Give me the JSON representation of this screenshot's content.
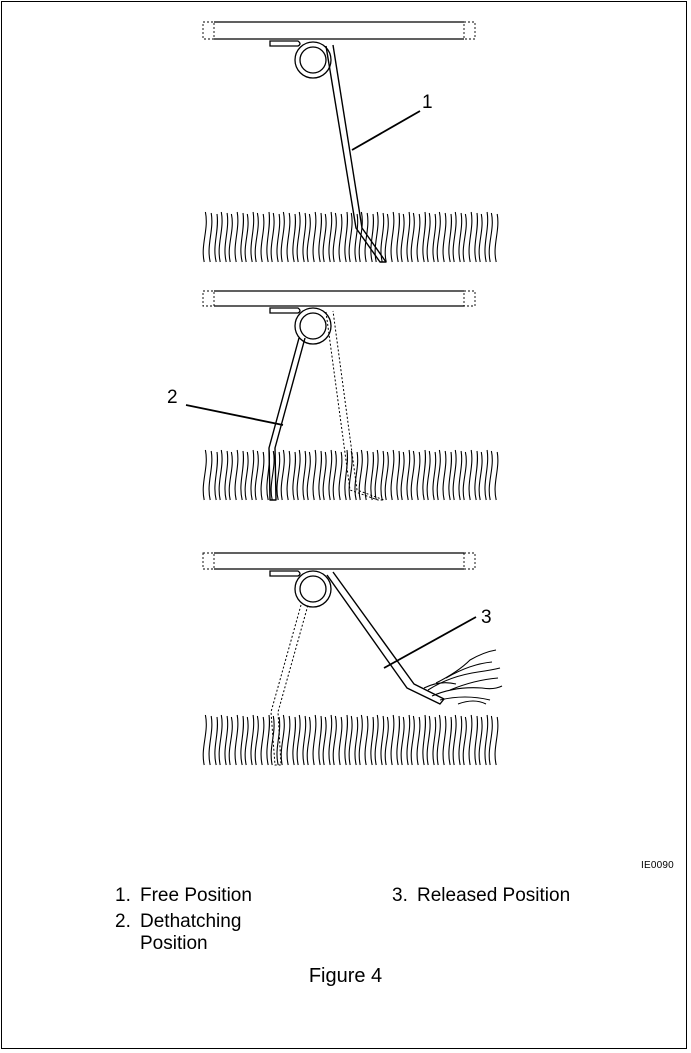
{
  "callouts": [
    "1",
    "2",
    "3"
  ],
  "image_code": "IE0090",
  "legend": [
    {
      "num": "1.",
      "text": "Free Position"
    },
    {
      "num": "2.",
      "text": "Dethatching Position"
    },
    {
      "num": "3.",
      "text": "Released Position"
    }
  ],
  "caption": "Figure 4",
  "colors": {
    "line": "#000000",
    "background": "#ffffff"
  }
}
